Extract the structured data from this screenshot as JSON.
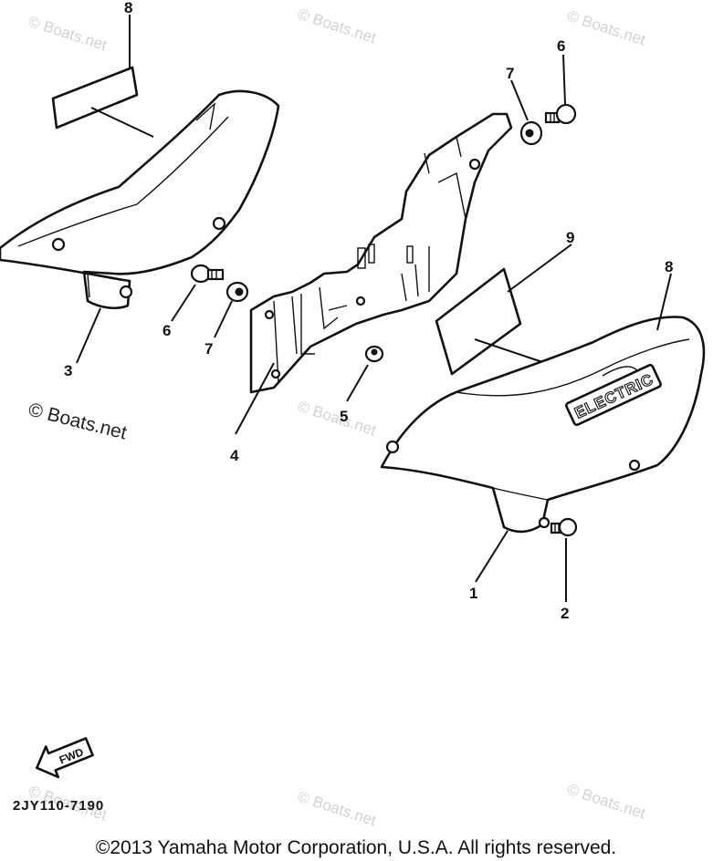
{
  "callouts": {
    "c1": "1",
    "c2": "2",
    "c3": "3",
    "c4": "4",
    "c5": "5",
    "c6a": "6",
    "c6b": "6",
    "c7a": "7",
    "c7b": "7",
    "c8a": "8",
    "c8b": "8",
    "c9": "9"
  },
  "emblem_text": "ELECTRIC",
  "fwd_label": "FWD",
  "diagram_code": "2JY110-7190",
  "watermark": "© Boats.net",
  "copyright": "©2013 Yamaha Motor Corporation, U.S.A. All rights reserved."
}
